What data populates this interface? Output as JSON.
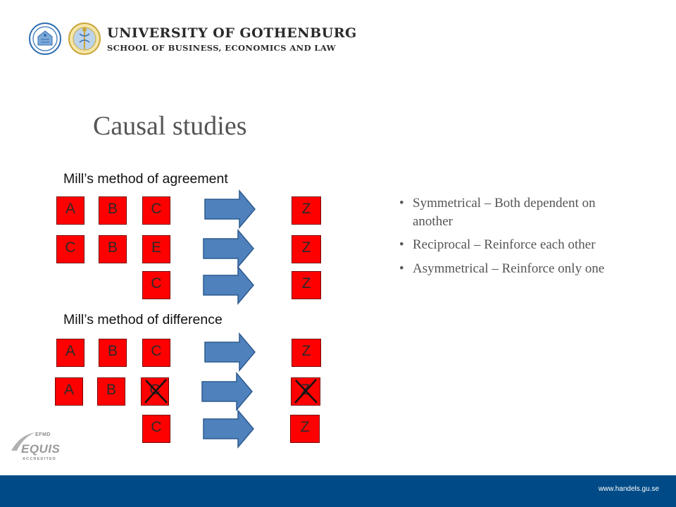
{
  "header": {
    "university": "UNIVERSITY OF GOTHENBURG",
    "school": "SCHOOL OF BUSINESS, ECONOMICS AND LAW"
  },
  "title": "Causal studies",
  "agreement": {
    "label": "Mill’s method of agreement",
    "rows": [
      {
        "causes": [
          "A",
          "B",
          "C"
        ],
        "effect": "Z"
      },
      {
        "causes": [
          "C",
          "B",
          "E"
        ],
        "effect": "Z"
      },
      {
        "causes": [
          "C"
        ],
        "effect": "Z"
      }
    ]
  },
  "difference": {
    "label": "Mill’s method of difference",
    "rows": [
      {
        "causes": [
          "A",
          "B",
          "C"
        ],
        "effect": "Z"
      },
      {
        "causes": [
          "A",
          "B",
          "C"
        ],
        "effect": "Z",
        "crossed": [
          "C",
          "Z"
        ]
      },
      {
        "causes": [
          "C"
        ],
        "effect": "Z"
      }
    ]
  },
  "bullets": [
    "Symmetrical – Both dependent on another",
    "Reciprocal – Reinforce each other",
    "Asymmetrical – Reinforce only one"
  ],
  "accreditation": {
    "efmd": "EFMD",
    "equis": "EQUIS",
    "accredited": "ACCREDITED"
  },
  "footer": {
    "url": "www.handels.gu.se"
  },
  "colors": {
    "box_fill": "#ff0000",
    "arrow_fill": "#4f81bd",
    "footer_bg": "#004b87",
    "title": "#555555"
  }
}
